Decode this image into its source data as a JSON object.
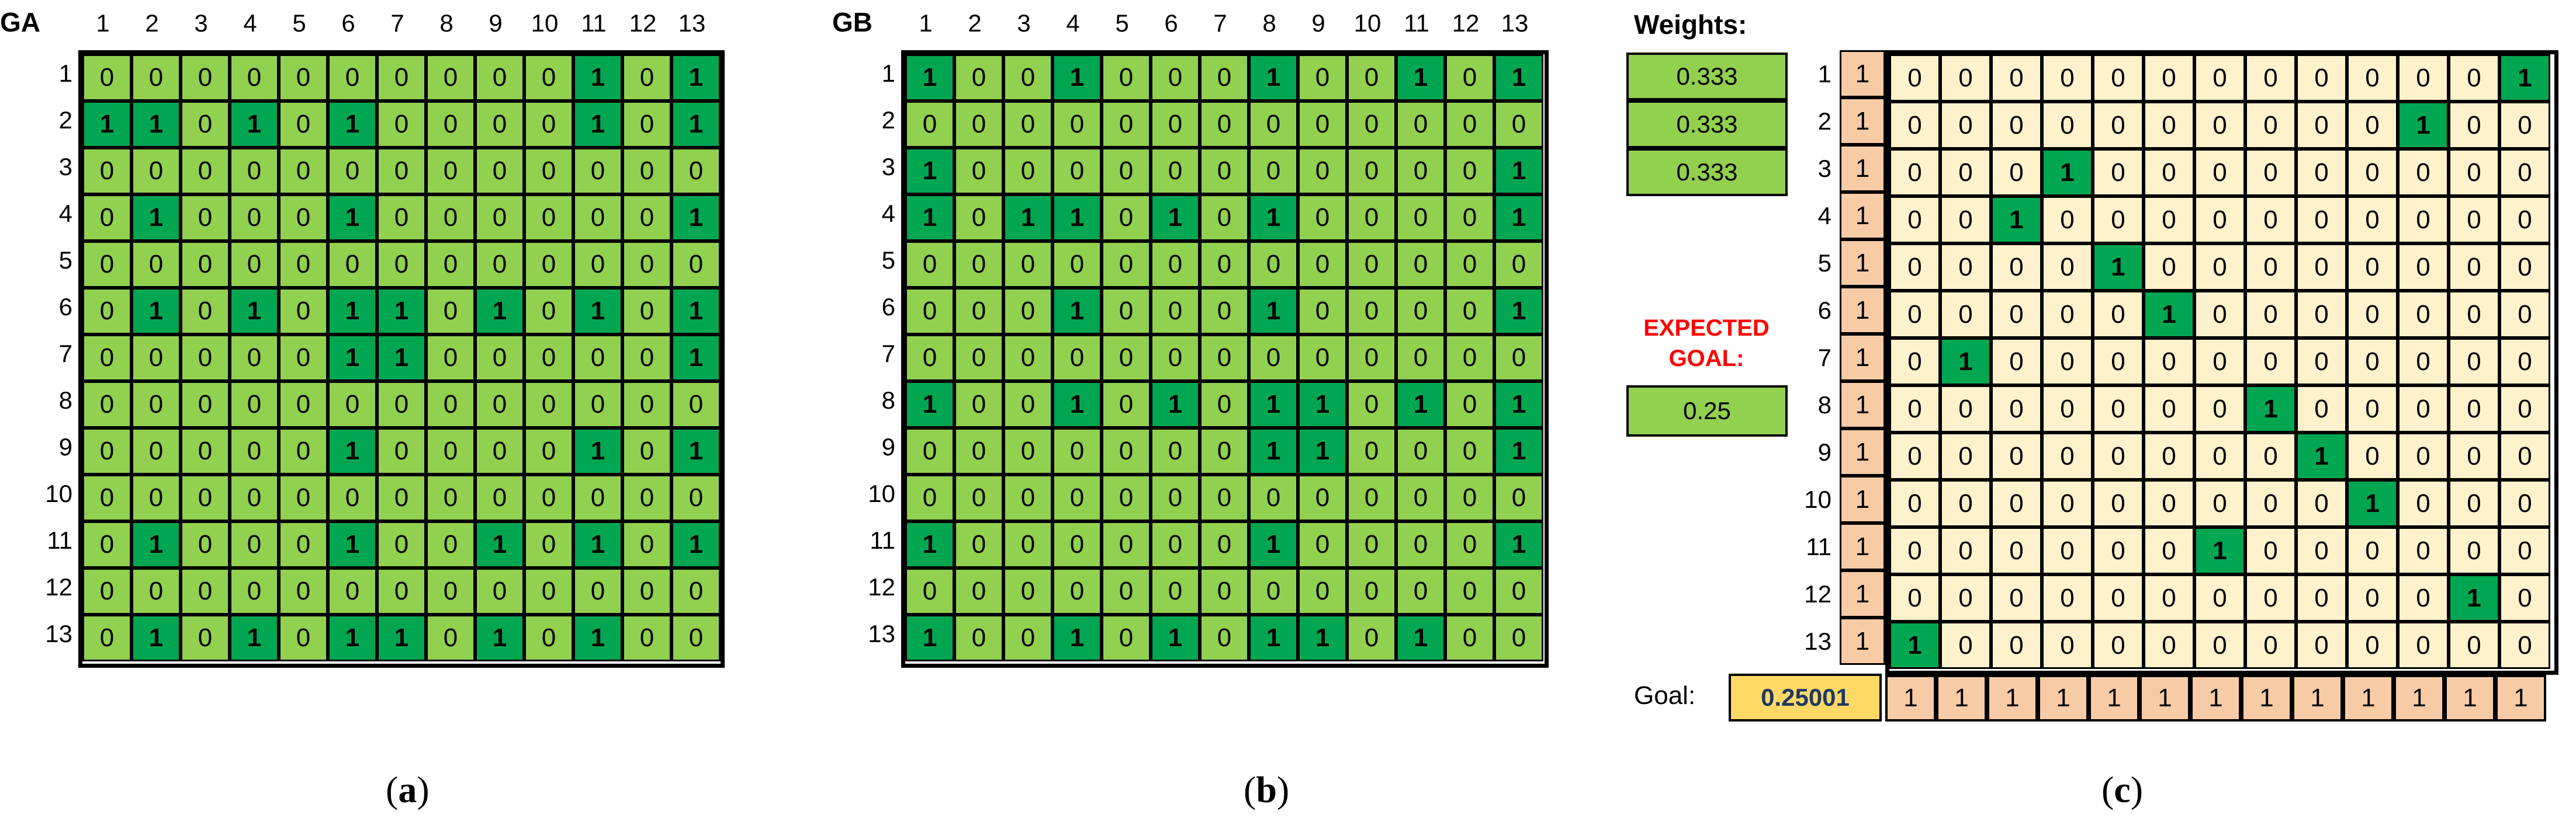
{
  "panels": {
    "a": {
      "title": "GA",
      "col_headers": [
        "1",
        "2",
        "3",
        "4",
        "5",
        "6",
        "7",
        "8",
        "9",
        "10",
        "11",
        "12",
        "13"
      ],
      "row_headers": [
        "1",
        "2",
        "3",
        "4",
        "5",
        "6",
        "7",
        "8",
        "9",
        "10",
        "11",
        "12",
        "13"
      ],
      "matrix": [
        [
          0,
          0,
          0,
          0,
          0,
          0,
          0,
          0,
          0,
          0,
          1,
          0,
          1
        ],
        [
          1,
          1,
          0,
          1,
          0,
          1,
          0,
          0,
          0,
          0,
          1,
          0,
          1
        ],
        [
          0,
          0,
          0,
          0,
          0,
          0,
          0,
          0,
          0,
          0,
          0,
          0,
          0
        ],
        [
          0,
          1,
          0,
          0,
          0,
          1,
          0,
          0,
          0,
          0,
          0,
          0,
          1
        ],
        [
          0,
          0,
          0,
          0,
          0,
          0,
          0,
          0,
          0,
          0,
          0,
          0,
          0
        ],
        [
          0,
          1,
          0,
          1,
          0,
          1,
          1,
          0,
          1,
          0,
          1,
          0,
          1
        ],
        [
          0,
          0,
          0,
          0,
          0,
          1,
          1,
          0,
          0,
          0,
          0,
          0,
          1
        ],
        [
          0,
          0,
          0,
          0,
          0,
          0,
          0,
          0,
          0,
          0,
          0,
          0,
          0
        ],
        [
          0,
          0,
          0,
          0,
          0,
          1,
          0,
          0,
          0,
          0,
          1,
          0,
          1
        ],
        [
          0,
          0,
          0,
          0,
          0,
          0,
          0,
          0,
          0,
          0,
          0,
          0,
          0
        ],
        [
          0,
          1,
          0,
          0,
          0,
          1,
          0,
          0,
          1,
          0,
          1,
          0,
          1
        ],
        [
          0,
          0,
          0,
          0,
          0,
          0,
          0,
          0,
          0,
          0,
          0,
          0,
          0
        ],
        [
          0,
          1,
          0,
          1,
          0,
          1,
          1,
          0,
          1,
          0,
          1,
          0,
          0
        ]
      ]
    },
    "b": {
      "title": "GB",
      "col_headers": [
        "1",
        "2",
        "3",
        "4",
        "5",
        "6",
        "7",
        "8",
        "9",
        "10",
        "11",
        "12",
        "13"
      ],
      "row_headers": [
        "1",
        "2",
        "3",
        "4",
        "5",
        "6",
        "7",
        "8",
        "9",
        "10",
        "11",
        "12",
        "13"
      ],
      "matrix": [
        [
          1,
          0,
          0,
          1,
          0,
          0,
          0,
          1,
          0,
          0,
          1,
          0,
          1
        ],
        [
          0,
          0,
          0,
          0,
          0,
          0,
          0,
          0,
          0,
          0,
          0,
          0,
          0
        ],
        [
          1,
          0,
          0,
          0,
          0,
          0,
          0,
          0,
          0,
          0,
          0,
          0,
          1
        ],
        [
          1,
          0,
          1,
          1,
          0,
          1,
          0,
          1,
          0,
          0,
          0,
          0,
          1
        ],
        [
          0,
          0,
          0,
          0,
          0,
          0,
          0,
          0,
          0,
          0,
          0,
          0,
          0
        ],
        [
          0,
          0,
          0,
          1,
          0,
          0,
          0,
          1,
          0,
          0,
          0,
          0,
          1
        ],
        [
          0,
          0,
          0,
          0,
          0,
          0,
          0,
          0,
          0,
          0,
          0,
          0,
          0
        ],
        [
          1,
          0,
          0,
          1,
          0,
          1,
          0,
          1,
          1,
          0,
          1,
          0,
          1
        ],
        [
          0,
          0,
          0,
          0,
          0,
          0,
          0,
          1,
          1,
          0,
          0,
          0,
          1
        ],
        [
          0,
          0,
          0,
          0,
          0,
          0,
          0,
          0,
          0,
          0,
          0,
          0,
          0
        ],
        [
          1,
          0,
          0,
          0,
          0,
          0,
          0,
          1,
          0,
          0,
          0,
          0,
          1
        ],
        [
          0,
          0,
          0,
          0,
          0,
          0,
          0,
          0,
          0,
          0,
          0,
          0,
          0
        ],
        [
          1,
          0,
          0,
          1,
          0,
          1,
          0,
          1,
          1,
          0,
          1,
          0,
          0
        ]
      ]
    },
    "c": {
      "weights_label": "Weights:",
      "weights": [
        "0.333",
        "0.333",
        "0.333"
      ],
      "expected_goal_label_line1": "EXPECTED",
      "expected_goal_label_line2": "GOAL:",
      "expected_goal_value": "0.25",
      "goal_label": "Goal:",
      "goal_value": "0.25001",
      "row_headers": [
        "1",
        "2",
        "3",
        "4",
        "5",
        "6",
        "7",
        "8",
        "9",
        "10",
        "11",
        "12",
        "13"
      ],
      "ones_column": [
        "1",
        "1",
        "1",
        "1",
        "1",
        "1",
        "1",
        "1",
        "1",
        "1",
        "1",
        "1",
        "1"
      ],
      "permutation": [
        [
          0,
          0,
          0,
          0,
          0,
          0,
          0,
          0,
          0,
          0,
          0,
          0,
          1
        ],
        [
          0,
          0,
          0,
          0,
          0,
          0,
          0,
          0,
          0,
          0,
          1,
          0,
          0
        ],
        [
          0,
          0,
          0,
          1,
          0,
          0,
          0,
          0,
          0,
          0,
          0,
          0,
          0
        ],
        [
          0,
          0,
          1,
          0,
          0,
          0,
          0,
          0,
          0,
          0,
          0,
          0,
          0
        ],
        [
          0,
          0,
          0,
          0,
          1,
          0,
          0,
          0,
          0,
          0,
          0,
          0,
          0
        ],
        [
          0,
          0,
          0,
          0,
          0,
          1,
          0,
          0,
          0,
          0,
          0,
          0,
          0
        ],
        [
          0,
          1,
          0,
          0,
          0,
          0,
          0,
          0,
          0,
          0,
          0,
          0,
          0
        ],
        [
          0,
          0,
          0,
          0,
          0,
          0,
          0,
          1,
          0,
          0,
          0,
          0,
          0
        ],
        [
          0,
          0,
          0,
          0,
          0,
          0,
          0,
          0,
          1,
          0,
          0,
          0,
          0
        ],
        [
          0,
          0,
          0,
          0,
          0,
          0,
          0,
          0,
          0,
          1,
          0,
          0,
          0
        ],
        [
          0,
          0,
          0,
          0,
          0,
          0,
          1,
          0,
          0,
          0,
          0,
          0,
          0
        ],
        [
          0,
          0,
          0,
          0,
          0,
          0,
          0,
          0,
          0,
          0,
          0,
          1,
          0
        ],
        [
          1,
          0,
          0,
          0,
          0,
          0,
          0,
          0,
          0,
          0,
          0,
          0,
          0
        ]
      ],
      "goal_row": [
        "1",
        "1",
        "1",
        "1",
        "1",
        "1",
        "1",
        "1",
        "1",
        "1",
        "1",
        "1",
        "1"
      ]
    }
  },
  "captions": {
    "a": {
      "open": "(",
      "letter": "a",
      "close": ")"
    },
    "b": {
      "open": "(",
      "letter": "b",
      "close": ")"
    },
    "c": {
      "open": "(",
      "letter": "c",
      "close": ")"
    }
  },
  "colors": {
    "light_green": "#92d050",
    "dark_green": "#00a651",
    "cream": "#fef2cc",
    "peach": "#f8cba7",
    "gold": "#ffd966",
    "red": "#ff0000"
  }
}
